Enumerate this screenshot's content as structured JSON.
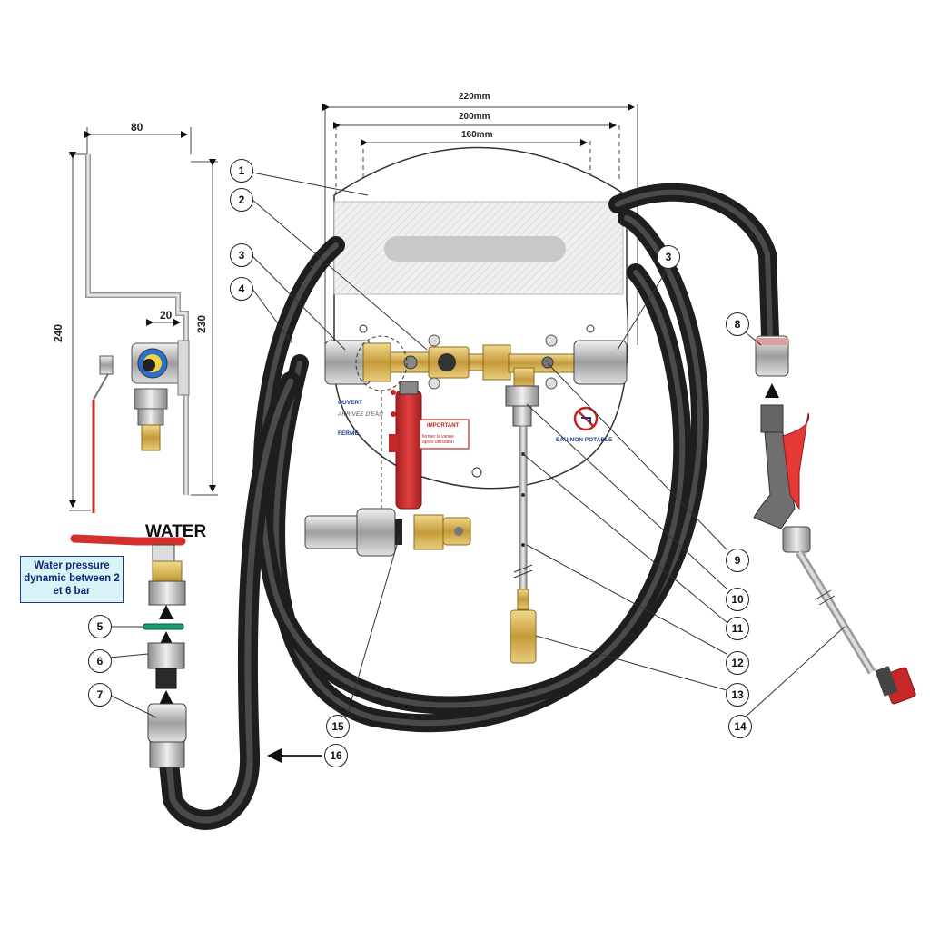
{
  "dimensions": {
    "width_220": "220mm",
    "width_200": "200mm",
    "width_160": "160mm",
    "bracket_width": "80",
    "bracket_height": "240",
    "bracket_height_inner": "230",
    "bracket_offset": "20"
  },
  "water": {
    "title": "WATER",
    "pressure_note": "Water pressure dynamic between 2 et 6 bar"
  },
  "plate": {
    "ouvert": "OUVERT",
    "arrivee": "ARRIVEE D'EAU",
    "ferme": "FERME",
    "important": "IMPORTANT",
    "important_sub": "fermer la vanne après utilisation",
    "eau_non_potable": "EAU NON POTABLE"
  },
  "callouts": [
    "1",
    "2",
    "3",
    "3",
    "4",
    "5",
    "6",
    "7",
    "8",
    "9",
    "10",
    "11",
    "12",
    "13",
    "14",
    "15",
    "16"
  ],
  "colors": {
    "hose": "#2b2b2b",
    "valve_red": "#c62828",
    "brass": "#c9a24a",
    "plate": "#ffffff",
    "label_bg": "#d9f3f7",
    "label_text": "#0b2a7a"
  }
}
